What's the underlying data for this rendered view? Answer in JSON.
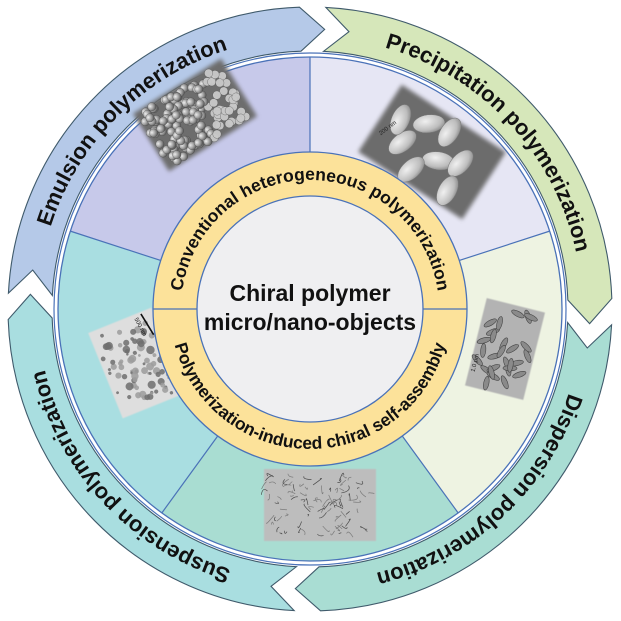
{
  "diagram": {
    "center": {
      "title_line1": "Chiral polymer",
      "title_line2": "micro/nano-objects",
      "fill": "#EFEFF1"
    },
    "inner_ring": {
      "fill": "#FCE29A",
      "top_label": "Conventional heterogeneous polymerization",
      "bottom_label": "Polymerization-induced chiral self-assembly"
    },
    "outer_arrows": [
      {
        "label": "Emulsion polymerization",
        "fill": "#B5C9E8"
      },
      {
        "label": "Precipitation polymerization",
        "fill": "#D6E7BA"
      },
      {
        "label": "Dispersion polymerization",
        "fill": "#A9DDD3"
      },
      {
        "label": "Suspension polymerization",
        "fill": "#A9DEE0"
      }
    ],
    "image_sectors": [
      {
        "name": "emulsion",
        "fill": "#E6E6F4",
        "image": "SEM of spherical particles"
      },
      {
        "name": "precipitation",
        "fill": "#EEF3E2",
        "image": "SEM of ellipsoidal particles",
        "scale_bar": "200 nm"
      },
      {
        "name": "dispersion",
        "fill": "#A9DDD2",
        "image": "TEM of spindle particles",
        "scale_bar": "1.0 μm"
      },
      {
        "name": "pisa",
        "fill": "#A9DEE1",
        "image": "TEM of fibrous network"
      },
      {
        "name": "suspension",
        "fill": "#C7C9EA",
        "image": "TEM of aggregates",
        "scale_bar": "500 nm"
      }
    ],
    "stroke_color": "#4A72B8"
  }
}
